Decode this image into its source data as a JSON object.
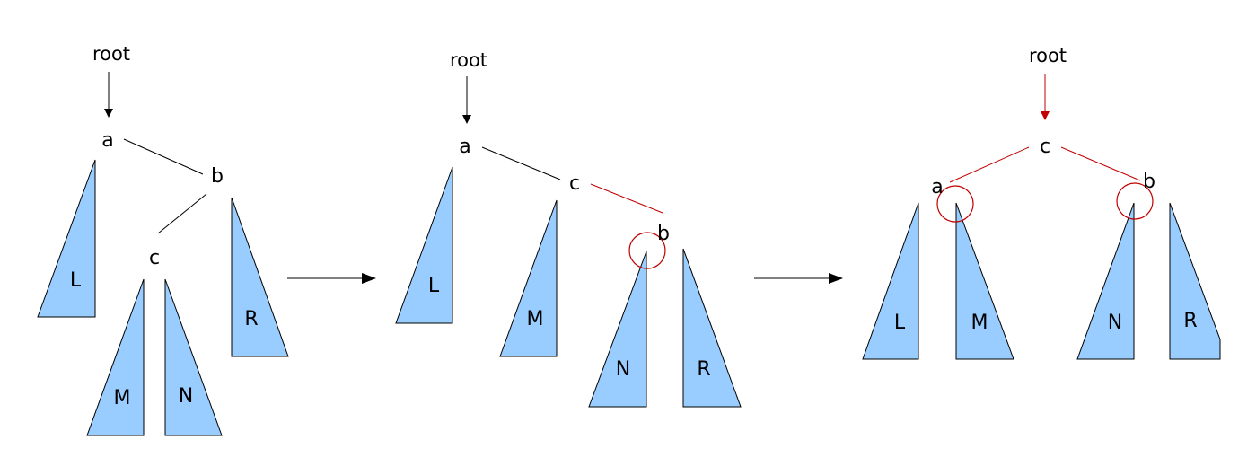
{
  "colors": {
    "triangle_fill": "#99ccff",
    "highlight": "#c00000",
    "line": "#000000",
    "background": "#ffffff"
  },
  "panels": [
    {
      "root_label": "root",
      "root_arrow_color": "#000000",
      "nodes": {
        "a": "a",
        "b": "b",
        "c": "c"
      },
      "subtrees": {
        "L": "L",
        "M": "M",
        "N": "N",
        "R": "R"
      }
    },
    {
      "root_label": "root",
      "root_arrow_color": "#000000",
      "nodes": {
        "a": "a",
        "b": "b",
        "c": "c"
      },
      "subtrees": {
        "L": "L",
        "M": "M",
        "N": "N",
        "R": "R"
      }
    },
    {
      "root_label": "root",
      "root_arrow_color": "#c00000",
      "nodes": {
        "a": "a",
        "b": "b",
        "c": "c"
      },
      "subtrees": {
        "L": "L",
        "M": "M",
        "N": "N",
        "R": "R"
      }
    }
  ]
}
